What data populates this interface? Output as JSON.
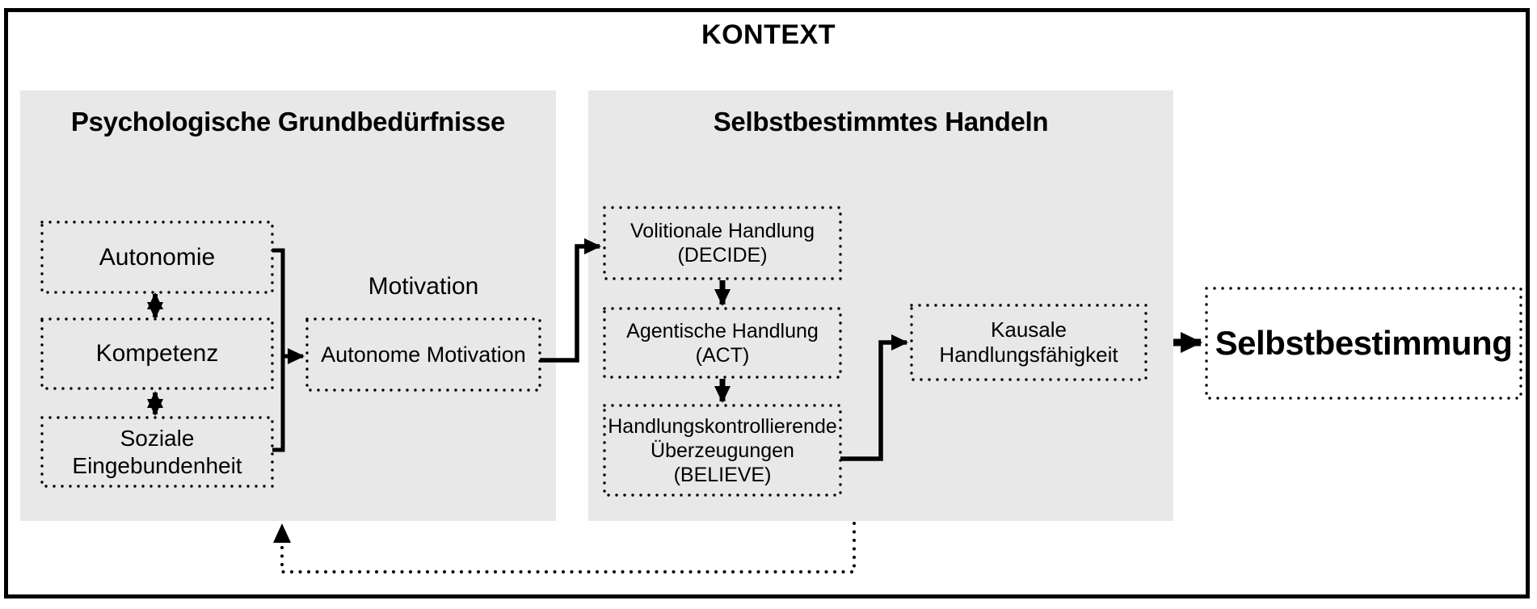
{
  "colors": {
    "background": "#ffffff",
    "panel_bg": "#e8e8e8",
    "line": "#000000",
    "text": "#000000"
  },
  "kontext": {
    "label": "KONTEXT"
  },
  "needs_panel": {
    "title": "Psychologische Grundbedürfnisse",
    "autonomy": "Autonomie",
    "competence": "Kompetenz",
    "relatedness_line1": "Soziale",
    "relatedness_line2": "Eingebundenheit"
  },
  "motivation": {
    "label": "Motivation",
    "box": "Autonome Motivation"
  },
  "action_panel": {
    "title": "Selbstbestimmtes Handeln",
    "decide_line1": "Volitionale Handlung",
    "decide_line2": "(DECIDE)",
    "act_line1": "Agentische Handlung",
    "act_line2": "(ACT)",
    "believe_line1": "Handlungskontrollierende",
    "believe_line2": "Überzeugungen",
    "believe_line3": "(BELIEVE)"
  },
  "causal_agency": {
    "line1": "Kausale",
    "line2": "Handlungsfähigkeit"
  },
  "outcome": {
    "label": "Selbstbestimmung"
  }
}
